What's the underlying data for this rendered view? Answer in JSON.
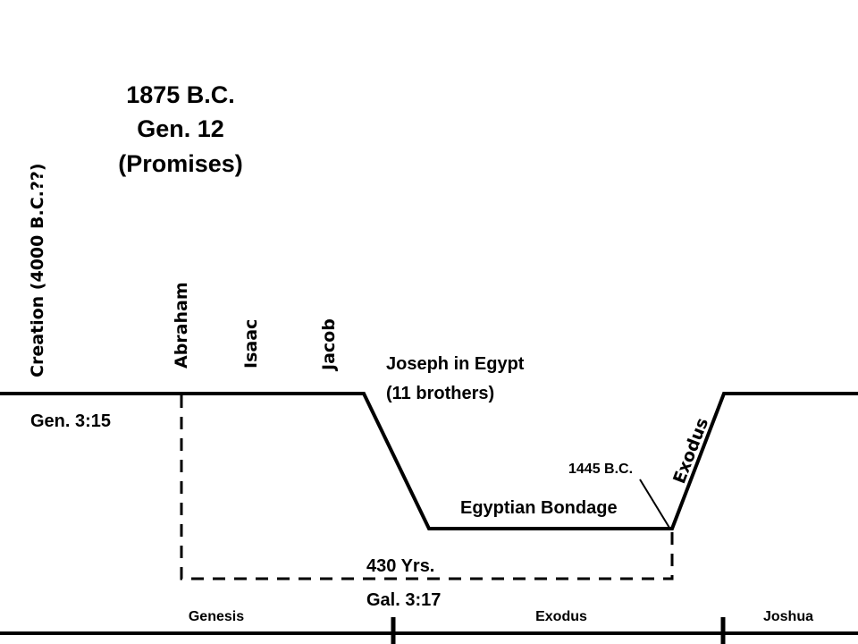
{
  "title": {
    "line1": "1875 B.C.",
    "line2": "Gen. 12",
    "line3": "(Promises)"
  },
  "vertical_labels": {
    "creation": "Creation (4000 B.C.??)",
    "abraham": "Abraham",
    "isaac": "Isaac",
    "jacob": "Jacob",
    "exodus_event": "Exodus"
  },
  "events": {
    "joseph_line1": "Joseph in Egypt",
    "joseph_line2": "(11 brothers)",
    "gen_3_15": "Gen. 3:15",
    "date_1445": "1445 B.C.",
    "bondage": "Egyptian Bondage",
    "years_430": "430 Yrs.",
    "gal_3_17": "Gal. 3:17"
  },
  "books": {
    "genesis": "Genesis",
    "exodus": "Exodus",
    "joshua": "Joshua"
  }
}
